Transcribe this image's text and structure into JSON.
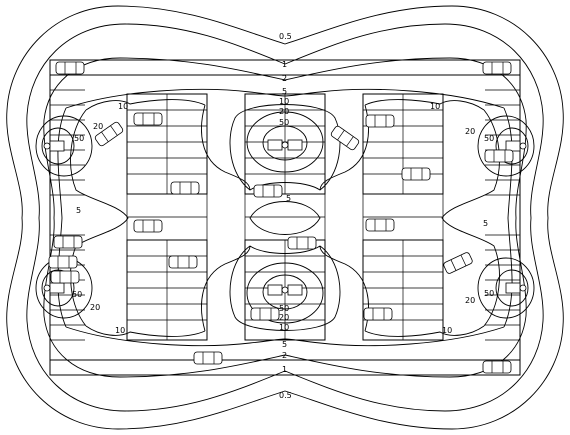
{
  "contours": {
    "outer": "0.5",
    "level_1": "1",
    "level_2": "2",
    "level_5": "5",
    "level_10": "10",
    "level_20": "20",
    "level_50": "50"
  }
}
